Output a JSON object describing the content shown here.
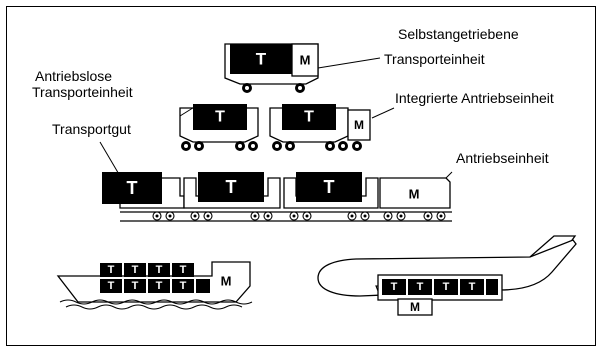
{
  "labels": {
    "self_propelled_line1": "Selbstangetriebene",
    "self_propelled_line2": "Transporteinheit",
    "unpowered_line1": "Antriebslose",
    "unpowered_line2": "Transporteinheit",
    "integrated": "Integrierte Antriebseinheit",
    "cargo": "Transportgut",
    "drive_unit": "Antriebseinheit"
  },
  "marks": {
    "cargo_letter": "T",
    "motor_letter": "M"
  }
}
